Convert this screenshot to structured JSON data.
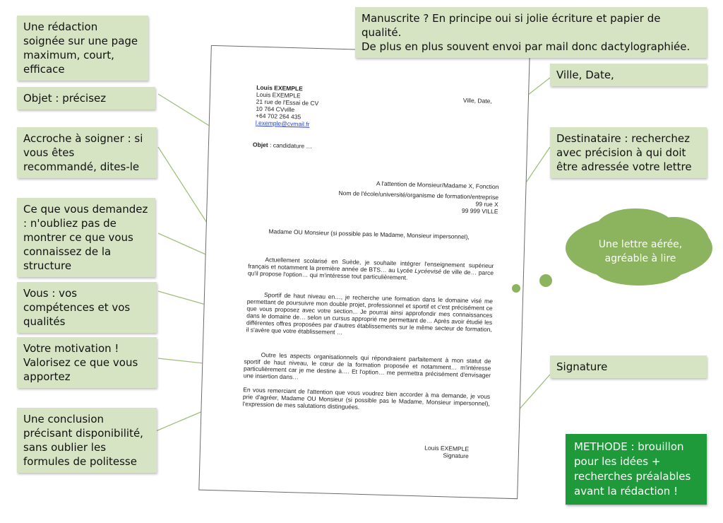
{
  "annotations": {
    "redaction": "Une rédaction soignée sur une page maximum, court, efficace",
    "objet": "Objet : précisez",
    "accroche": "Accroche à soigner : si vous êtes recommandé, dites-le",
    "demandez": "Ce que vous demandez : n'oubliez pas de montrer ce que vous connaissez de la structure",
    "competences": "Vous : vos compétences et vos qualités",
    "motivation": "Votre motivation ! Valorisez ce que vous apportez",
    "conclusion": "Une conclusion précisant disponibilité, sans oublier les formules de politesse",
    "manuscrite_line1": "Manuscrite ? En principe oui si jolie écriture et papier de qualité.",
    "manuscrite_line2": "De plus en plus souvent envoi par mail donc dactylographiée.",
    "ville_date": "Ville, Date,",
    "destinataire": "Destinataire : recherchez avec précision à qui doit être adressée votre lettre",
    "cloud": "Une lettre aérée, agréable à lire",
    "signature": "Signature",
    "methode": "METHODE : brouillon pour les idées + recherches préalables avant la rédaction !"
  },
  "letter": {
    "sender_name": "Louis EXEMPLE",
    "sender_name2": "Louis EXEMPLE",
    "address1": "21 rue de l'Essai de CV",
    "address2": "10 764 CVville",
    "phone": "+64 702 264 435",
    "email": "l.exemple@cvmail.fr",
    "ville_date": "Ville, Date,",
    "objet_label": "Objet",
    "objet_text": " : candidature …",
    "attention": "A l'attention de Monsieur/Madame X, Fonction",
    "school": "Nom de l'école/université/organisme de formation/entreprise",
    "school_addr1": "99 rue X",
    "school_addr2": "99 999 VILLE",
    "salutation": "Madame OU Monsieur (si possible pas le Madame, Monsieur impersonnel),",
    "para1_a": "Actuellement scolarisé en Suède, je souhaite intégrer l'enseignement supérieur français et notamment la première année de BTS… au Lycée ",
    "para1_italic": "Lycéevisé",
    "para1_b": " de ville de… parce qu'il propose l'option… qui m'intéresse tout particulièrement.",
    "para2": "Sportif de haut niveau en…, je recherche une formation dans le domaine visé me permettant de poursuivre mon double projet, professionnel et sportif et c'est précisément ce que vous proposez avec votre section... Je pourrai ainsi approfondir mes connaissances dans le domaine de… selon un cursus approprié me permettant de… Après avoir étudié les différentes offres proposées par d'autres établissements sur le même secteur de formation, il s'avère que votre établissement …",
    "para3": "Outre les aspects organisationnels qui répondraient parfaitement à mon statut de sportif de haut niveau, le cœur de la formation proposée et notamment… m'intéresse particulièrement car je me destine à…. Et l'option… me permettra précisément d'envisager une insertion dans…",
    "para4": "En vous remerciant de l'attention que vous voudrez bien accorder à ma demande, je vous prie d'agréer, Madame OU Monsieur (si possible pas le Madame, Monsieur impersonnel), l'expression de mes salutations distinguées.",
    "closing_name": "Louis EXEMPLE",
    "closing_signature": "Signature"
  },
  "colors": {
    "note_bg": "#d7e4c4",
    "cloud": "#8cb45f",
    "methode_bg": "#1e9a3a",
    "arrow": "#9fc07a"
  }
}
